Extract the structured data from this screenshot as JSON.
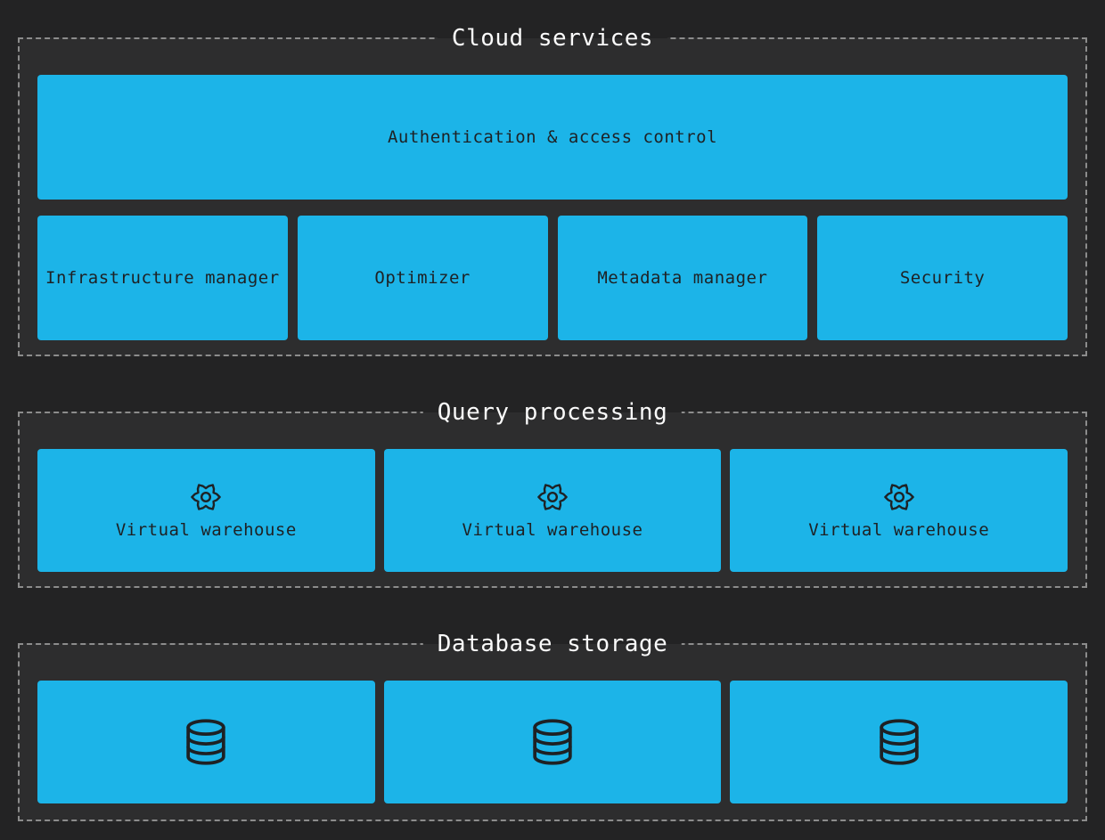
{
  "colors": {
    "page_bg": "#232324",
    "section_bg": "#2d2d2e",
    "section_border": "#8c8c8c",
    "box_fill": "#1cb4e8",
    "box_text": "#1e2124",
    "title_text": "#fafafa"
  },
  "sections": [
    {
      "title": "Cloud services",
      "auth_label": "Authentication & access control",
      "boxes": [
        "Infrastructure manager",
        "Optimizer",
        "Metadata manager",
        "Security"
      ]
    },
    {
      "title": "Query processing",
      "icon": "gear-icon",
      "boxes": [
        "Virtual warehouse",
        "Virtual warehouse",
        "Virtual warehouse"
      ]
    },
    {
      "title": "Database storage",
      "icon": "database-icon",
      "boxes": [
        "",
        "",
        ""
      ]
    }
  ]
}
